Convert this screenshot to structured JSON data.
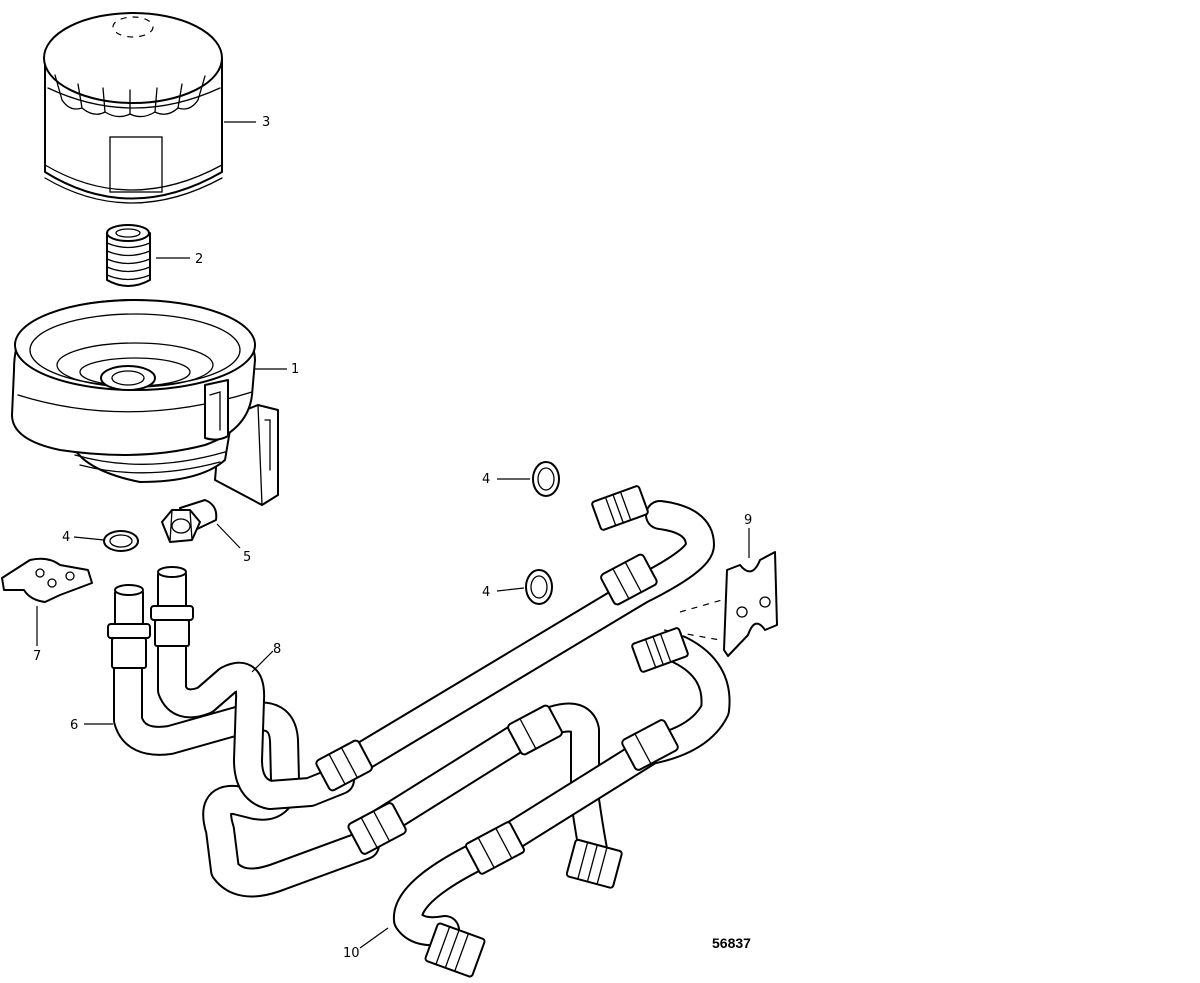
{
  "callouts": {
    "c1": "1",
    "c2": "2",
    "c3": "3",
    "c4a": "4",
    "c4b": "4",
    "c4c": "4",
    "c5": "5",
    "c6": "6",
    "c7": "7",
    "c8": "8",
    "c9": "9",
    "c10": "10"
  },
  "figure_number": "56837"
}
